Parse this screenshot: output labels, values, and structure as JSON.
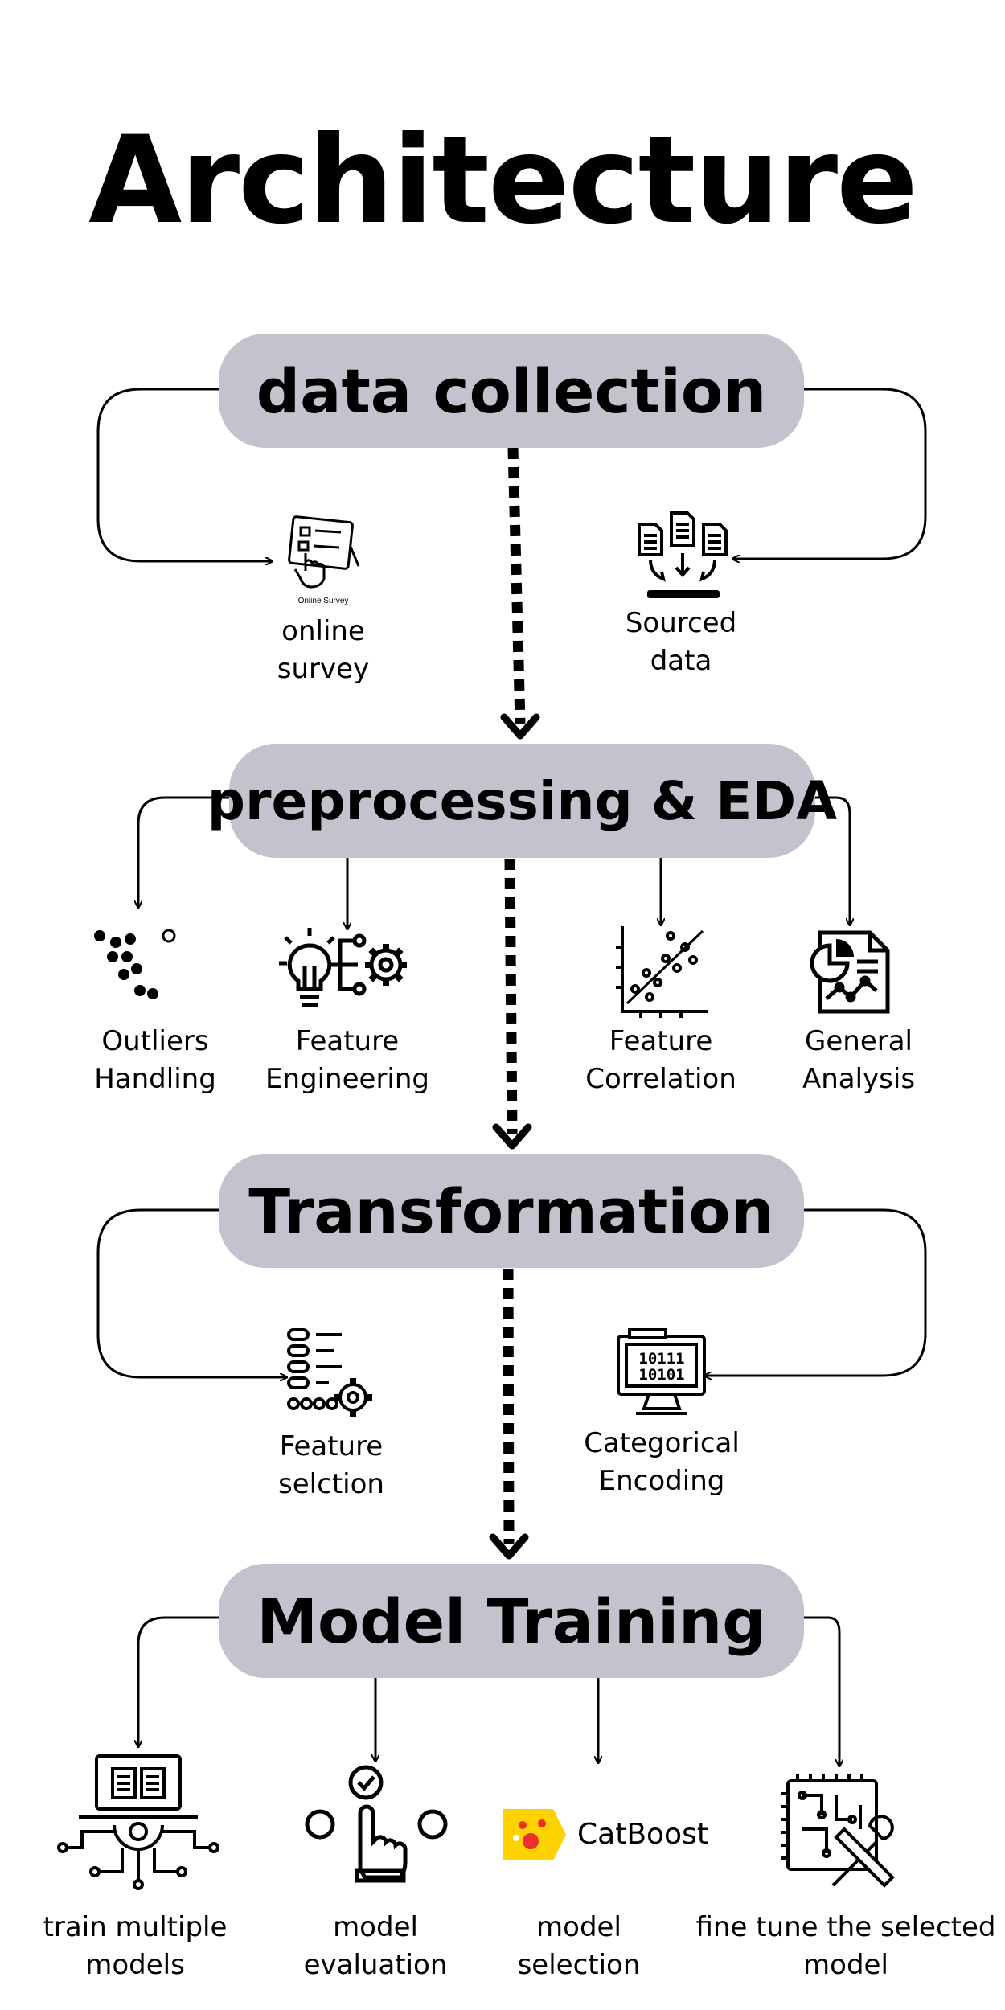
{
  "title": "Architecture",
  "stages": {
    "data_collection": "data collection",
    "preprocessing": "preprocessing & EDA",
    "transformation": "Transformation",
    "model_training": "Model Training"
  },
  "items": {
    "online_survey": "online\nsurvey",
    "online_survey_caption": "Online Survey",
    "sourced_data": "Sourced\ndata",
    "outliers": "Outliers\nHandling",
    "feature_engineering": "Feature\nEngineering",
    "feature_correlation": "Feature\nCorrelation",
    "general_analysis": "General\nAnalysis",
    "feature_selection": "Feature\nselction",
    "categorical_encoding": "Categorical\nEncoding",
    "categorical_encoding_digits": "10111\n10101",
    "train_models": "train multiple\nmodels",
    "model_evaluation": "model\nevaluation",
    "model_selection": "model\nselection",
    "fine_tune": "fine tune the selected\nmodel"
  },
  "catboost": {
    "text": "CatBoost"
  }
}
